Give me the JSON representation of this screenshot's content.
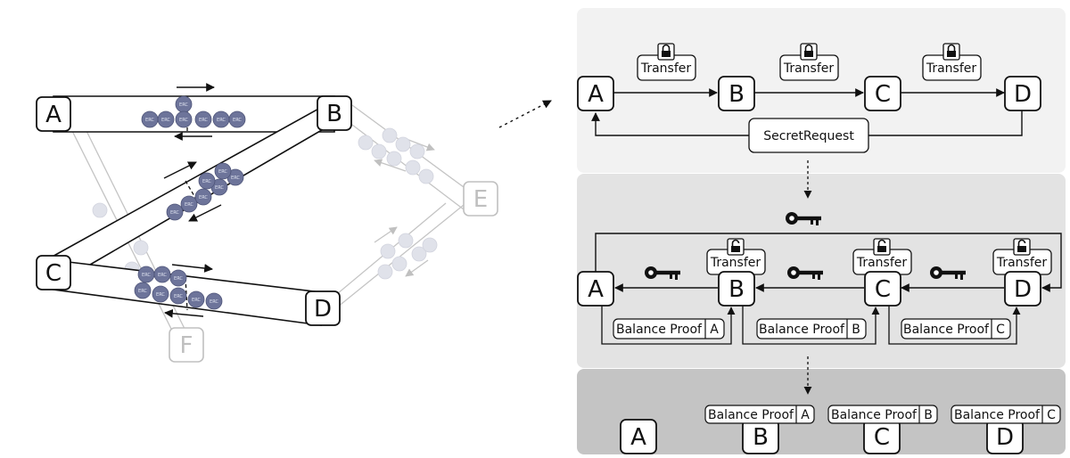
{
  "network": {
    "nodes": [
      "A",
      "B",
      "C",
      "D"
    ],
    "faded_nodes": [
      "E",
      "F"
    ],
    "coin_label": "ERC"
  },
  "phase1": {
    "nodes": [
      "A",
      "B",
      "C",
      "D"
    ],
    "transfer_label": "Transfer",
    "secret_request_label": "SecretRequest"
  },
  "phase2": {
    "nodes": [
      "A",
      "B",
      "C",
      "D"
    ],
    "transfer_label": "Transfer",
    "balance_proofs": [
      {
        "label": "Balance Proof",
        "tag": "A"
      },
      {
        "label": "Balance Proof",
        "tag": "B"
      },
      {
        "label": "Balance Proof",
        "tag": "C"
      }
    ]
  },
  "phase3": {
    "nodes": [
      "A",
      "B",
      "C",
      "D"
    ],
    "balance_proofs": [
      {
        "label": "Balance Proof",
        "tag": "A"
      },
      {
        "label": "Balance Proof",
        "tag": "B"
      },
      {
        "label": "Balance Proof",
        "tag": "C"
      }
    ]
  },
  "colors": {
    "coin": "#6d749a",
    "coin_faded": "#dcdee8",
    "panel1": "#f2f2f2",
    "panel2": "#e3e3e3",
    "panel3": "#c4c4c4"
  }
}
